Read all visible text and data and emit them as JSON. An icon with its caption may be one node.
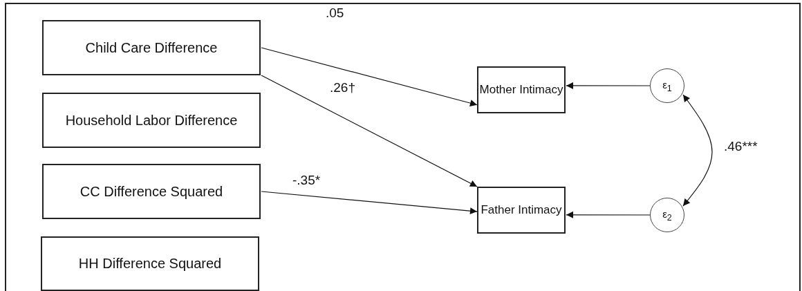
{
  "diagram": {
    "nodes": [
      {
        "text": [
          "Child Care Difference"
        ]
      },
      {
        "text": [
          "Household Labor Difference"
        ]
      },
      {
        "text": [
          "CC Difference Squared"
        ]
      },
      {
        "text": [
          "HH Difference Squared"
        ]
      },
      {
        "text": [
          "Mother Intimacy"
        ]
      },
      {
        "text": [
          "Father Intimacy"
        ]
      },
      {
        "text": [
          "ε$_{1}$"
        ]
      },
      {
        "text": [
          "ε$_{2}$"
        ]
      }
    ],
    "edges": [
      {
        "from": 0,
        "to": 4,
        "arrow": "to",
        "label": ".05"
      },
      {
        "from": 0,
        "to": 5,
        "arrow": "to",
        "label": ".26†"
      },
      {
        "from": 2,
        "to": 5,
        "arrow": "to",
        "label": "-.35*"
      },
      {
        "from": 6,
        "to": 4,
        "arrow": "to"
      },
      {
        "from": 7,
        "to": 5,
        "arrow": "to"
      },
      {
        "from": 6,
        "to": 7,
        "arrow": "both",
        "label": ".46***"
      }
    ]
  }
}
